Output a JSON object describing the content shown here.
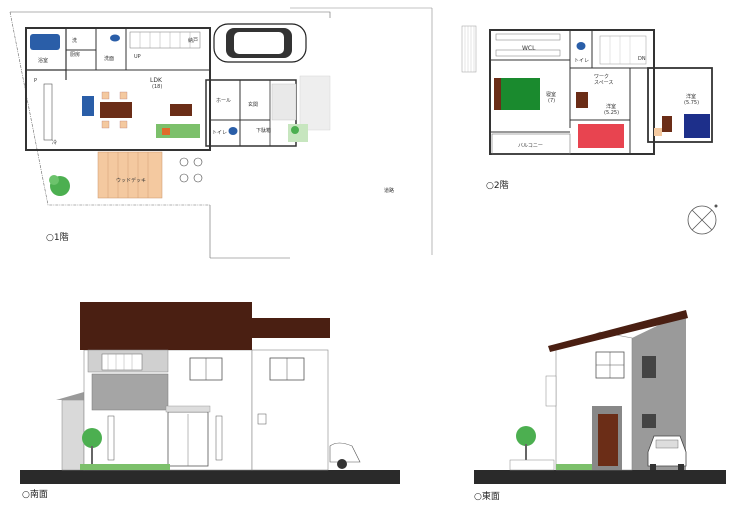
{
  "captions": {
    "floor1": "○1階",
    "floor2": "○2階",
    "south": "○南面",
    "east": "○東面"
  },
  "floor1": {
    "bath": "浴室",
    "wash": "洗",
    "kitchen": "厨房",
    "washroom": "洗面",
    "up": "UP",
    "storage": "納戸",
    "ldk": "LDK",
    "ldk_size": "(18)",
    "hall": "ホール",
    "entrance": "玄関",
    "toilet": "トイレ",
    "shoes": "下駄箱",
    "deck": "ウッドデッキ",
    "fridge": "冷",
    "pantry": "P",
    "road": "道路"
  },
  "floor2": {
    "wcl": "WCL",
    "toilet": "トイレ",
    "dn": "DN",
    "work": "ワーク",
    "space": "スペース",
    "master": "寝室",
    "master_size": "(7)",
    "west1": "洋室",
    "west1_size": "(5.25)",
    "west2": "洋室",
    "west2_size": "(5.75)",
    "balcony": "バルコニー"
  },
  "colors": {
    "roof": "#4a1f12",
    "door": "#6b2d17",
    "bed_green": "#1a8a2e",
    "bed_red": "#e84450",
    "bed_blue": "#1d2f8a",
    "bath_blue": "#2a5ea8",
    "desk_brown": "#6b2d17",
    "sofa_green": "#7cc06b",
    "deck": "#f4c9a0",
    "tree": "#4caf50",
    "wall_gray": "#9a9a9a"
  }
}
